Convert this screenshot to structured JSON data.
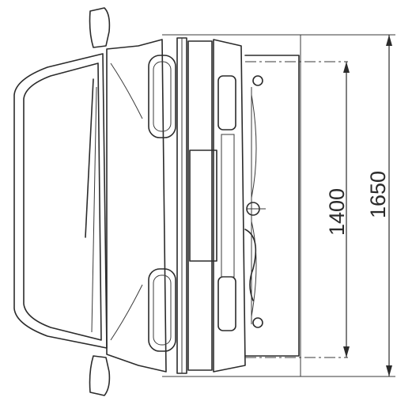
{
  "dimensions": {
    "track_width": {
      "label": "1400",
      "value": 1400
    },
    "overall_width": {
      "label": "1650",
      "value": 1650
    }
  }
}
